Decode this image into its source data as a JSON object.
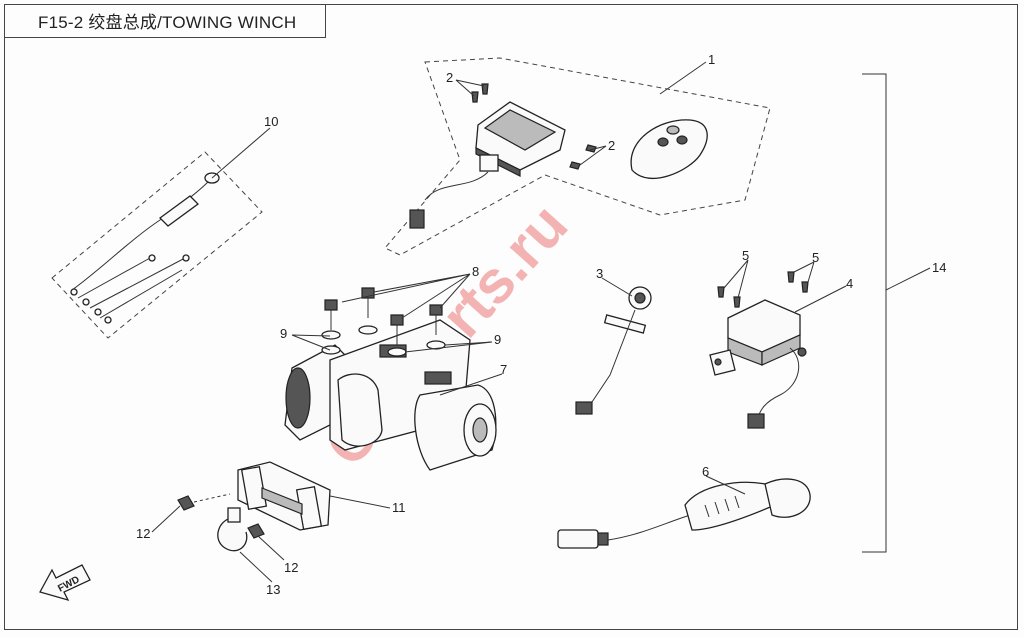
{
  "title": "F15-2 绞盘总成/TOWING WINCH",
  "watermark": "CF-Parts.ru",
  "fwd_label": "FWD",
  "callouts": [
    {
      "id": "1",
      "label": "1"
    },
    {
      "id": "2a",
      "label": "2"
    },
    {
      "id": "2b",
      "label": "2"
    },
    {
      "id": "3",
      "label": "3"
    },
    {
      "id": "4",
      "label": "4"
    },
    {
      "id": "5a",
      "label": "5"
    },
    {
      "id": "5b",
      "label": "5"
    },
    {
      "id": "6",
      "label": "6"
    },
    {
      "id": "7",
      "label": "7"
    },
    {
      "id": "8",
      "label": "8"
    },
    {
      "id": "9a",
      "label": "9"
    },
    {
      "id": "9b",
      "label": "9"
    },
    {
      "id": "10",
      "label": "10"
    },
    {
      "id": "11",
      "label": "11"
    },
    {
      "id": "12a",
      "label": "12"
    },
    {
      "id": "12b",
      "label": "12"
    },
    {
      "id": "13",
      "label": "13"
    },
    {
      "id": "14",
      "label": "14"
    }
  ]
}
